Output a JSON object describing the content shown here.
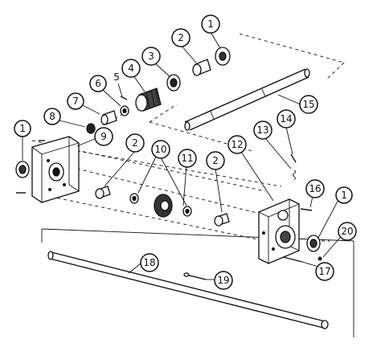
{
  "diagram": {
    "callouts": [
      {
        "id": "c1a",
        "label": "1"
      },
      {
        "id": "c2a",
        "label": "2"
      },
      {
        "id": "c3",
        "label": "3"
      },
      {
        "id": "c4",
        "label": "4"
      },
      {
        "id": "c5",
        "label": "5"
      },
      {
        "id": "c6",
        "label": "6"
      },
      {
        "id": "c7",
        "label": "7"
      },
      {
        "id": "c8",
        "label": "8"
      },
      {
        "id": "c9",
        "label": "9"
      },
      {
        "id": "c1b",
        "label": "1"
      },
      {
        "id": "c2b",
        "label": "2"
      },
      {
        "id": "c10",
        "label": "10"
      },
      {
        "id": "c11",
        "label": "11"
      },
      {
        "id": "c2c",
        "label": "2"
      },
      {
        "id": "c12",
        "label": "12"
      },
      {
        "id": "c13",
        "label": "13"
      },
      {
        "id": "c14",
        "label": "14"
      },
      {
        "id": "c15",
        "label": "15"
      },
      {
        "id": "c16",
        "label": "16"
      },
      {
        "id": "c1c",
        "label": "1"
      },
      {
        "id": "c20",
        "label": "20"
      },
      {
        "id": "c17",
        "label": "17"
      },
      {
        "id": "c18",
        "label": "18"
      },
      {
        "id": "c19",
        "label": "19"
      }
    ]
  }
}
